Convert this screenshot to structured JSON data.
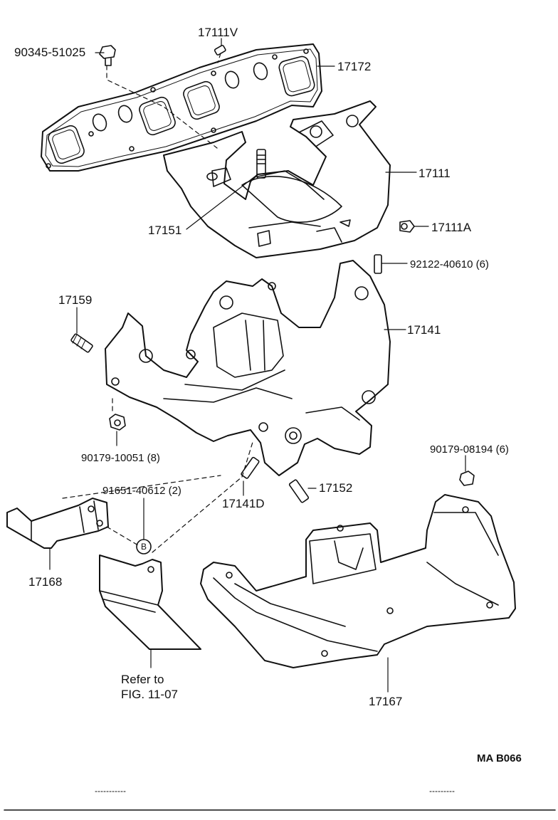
{
  "figure_code": "MA B066",
  "callout_b": "B",
  "refer_note": {
    "line1": "Refer to",
    "line2": "FIG. 11-07"
  },
  "parts": {
    "p90345": "90345-51025",
    "p17111v": "17111V",
    "p17172": "17172",
    "p17111": "17111",
    "p17151": "17151",
    "p17111a": "17111A",
    "p92122": "92122-40610 (6)",
    "p17159": "17159",
    "p17141": "17141",
    "p90179a": "90179-10051 (8)",
    "p90179b": "90179-08194 (6)",
    "p91651": "91651-40612 (2)",
    "p17152": "17152",
    "p17141d": "17141D",
    "p17168": "17168",
    "p17167": "17167"
  }
}
